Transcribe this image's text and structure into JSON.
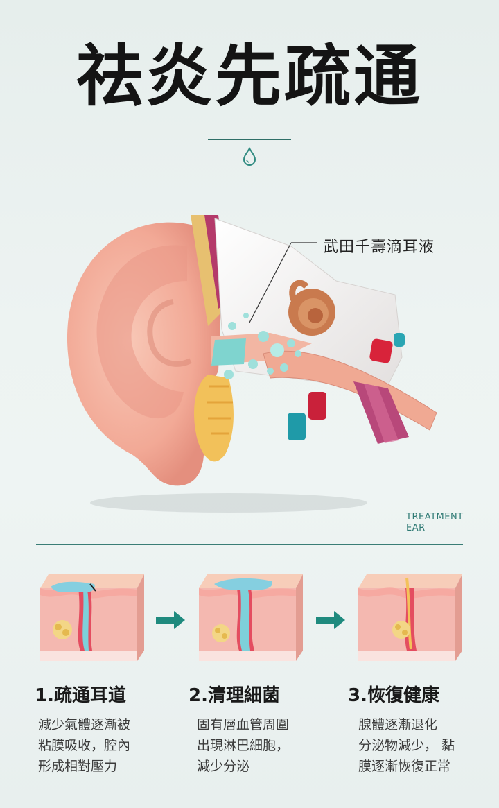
{
  "header": {
    "title": "祛炎先疏通"
  },
  "illustration": {
    "callout_label": "武田千壽滴耳液",
    "treatment_line1": "TREATMENT",
    "treatment_line2": "EAR"
  },
  "steps": [
    {
      "title": "1.疏通耳道",
      "desc": [
        "減少氣體逐漸被",
        "粘膜吸收，腔內",
        "形成相對壓力"
      ]
    },
    {
      "title": "2.清理細菌",
      "desc": [
        "固有層血管周圍",
        "出現淋巴細胞，",
        "減少分泌"
      ]
    },
    {
      "title": "3.恢復健康",
      "desc": [
        "腺體逐漸退化",
        "分泌物減少， 黏",
        "膜逐漸恢復正常"
      ]
    }
  ],
  "colors": {
    "accent": "#2f8a80",
    "skin": "#f3b3a0",
    "fluid": "#7fd4cf"
  }
}
